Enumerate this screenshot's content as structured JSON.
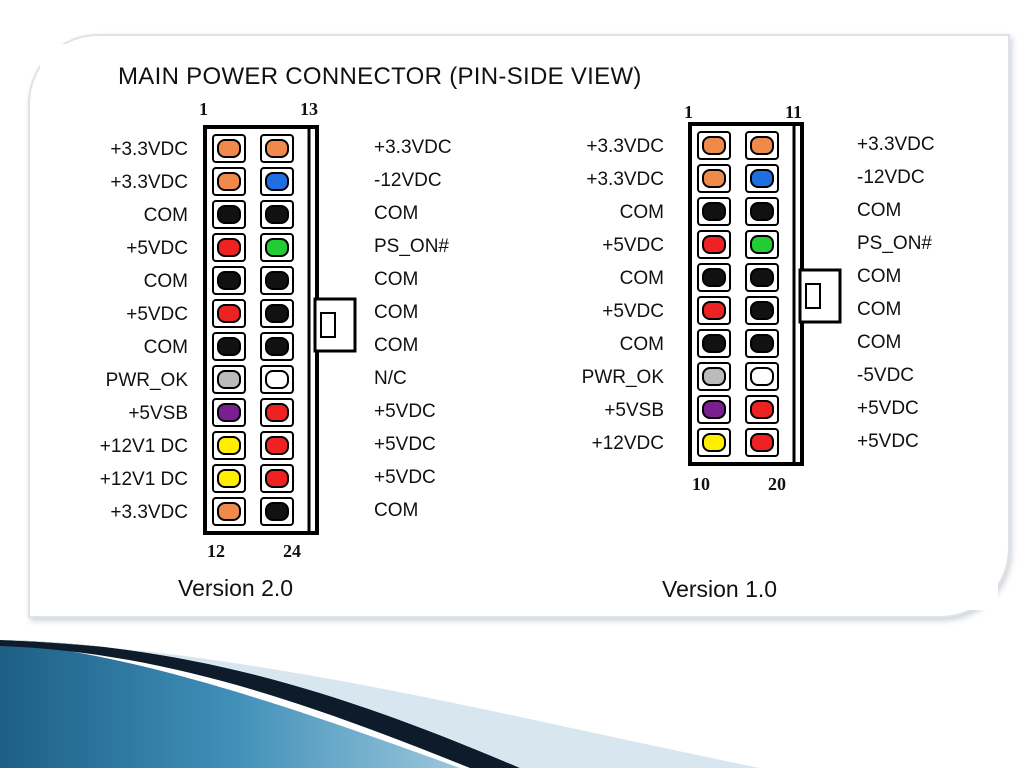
{
  "diagram": {
    "title": "MAIN POWER CONNECTOR  (PIN-SIDE VIEW)",
    "connectors": [
      {
        "version_label": "Version 2.0",
        "pin_top_left": "1",
        "pin_top_right": "13",
        "pin_bottom_left": "12",
        "pin_bottom_right": "24",
        "left_labels": [
          "+3.3VDC",
          "+3.3VDC",
          "COM",
          "+5VDC",
          "COM",
          "+5VDC",
          "COM",
          "PWR_OK",
          "+5VSB",
          "+12V1 DC",
          "+12V1 DC",
          "+3.3VDC"
        ],
        "right_labels": [
          "+3.3VDC",
          "-12VDC",
          "COM",
          "PS_ON#",
          "COM",
          "COM",
          "COM",
          "N/C",
          "+5VDC",
          "+5VDC",
          "+5VDC",
          "COM"
        ],
        "left_colors": [
          "#f08a4b",
          "#f08a4b",
          "#111111",
          "#ee2222",
          "#111111",
          "#ee2222",
          "#111111",
          "#bbbbbb",
          "#7a1f8f",
          "#ffee00",
          "#ffee00",
          "#f08a4b"
        ],
        "right_colors": [
          "#f08a4b",
          "#1f6fe0",
          "#111111",
          "#22cc33",
          "#111111",
          "#111111",
          "#111111",
          "#ffffff",
          "#ee2222",
          "#ee2222",
          "#ee2222",
          "#111111"
        ]
      },
      {
        "version_label": "Version 1.0",
        "pin_top_left": "1",
        "pin_top_right": "11",
        "pin_bottom_left": "10",
        "pin_bottom_right": "20",
        "left_labels": [
          "+3.3VDC",
          "+3.3VDC",
          "COM",
          "+5VDC",
          "COM",
          "+5VDC",
          "COM",
          "PWR_OK",
          "+5VSB",
          "+12VDC"
        ],
        "right_labels": [
          "+3.3VDC",
          "-12VDC",
          "COM",
          "PS_ON#",
          "COM",
          "COM",
          "COM",
          "-5VDC",
          "+5VDC",
          "+5VDC"
        ],
        "left_colors": [
          "#f08a4b",
          "#f08a4b",
          "#111111",
          "#ee2222",
          "#111111",
          "#ee2222",
          "#111111",
          "#bbbbbb",
          "#7a1f8f",
          "#ffee00"
        ],
        "right_colors": [
          "#f08a4b",
          "#1f6fe0",
          "#111111",
          "#22cc33",
          "#111111",
          "#111111",
          "#111111",
          "#ffffff",
          "#ee2222",
          "#ee2222"
        ]
      }
    ]
  }
}
